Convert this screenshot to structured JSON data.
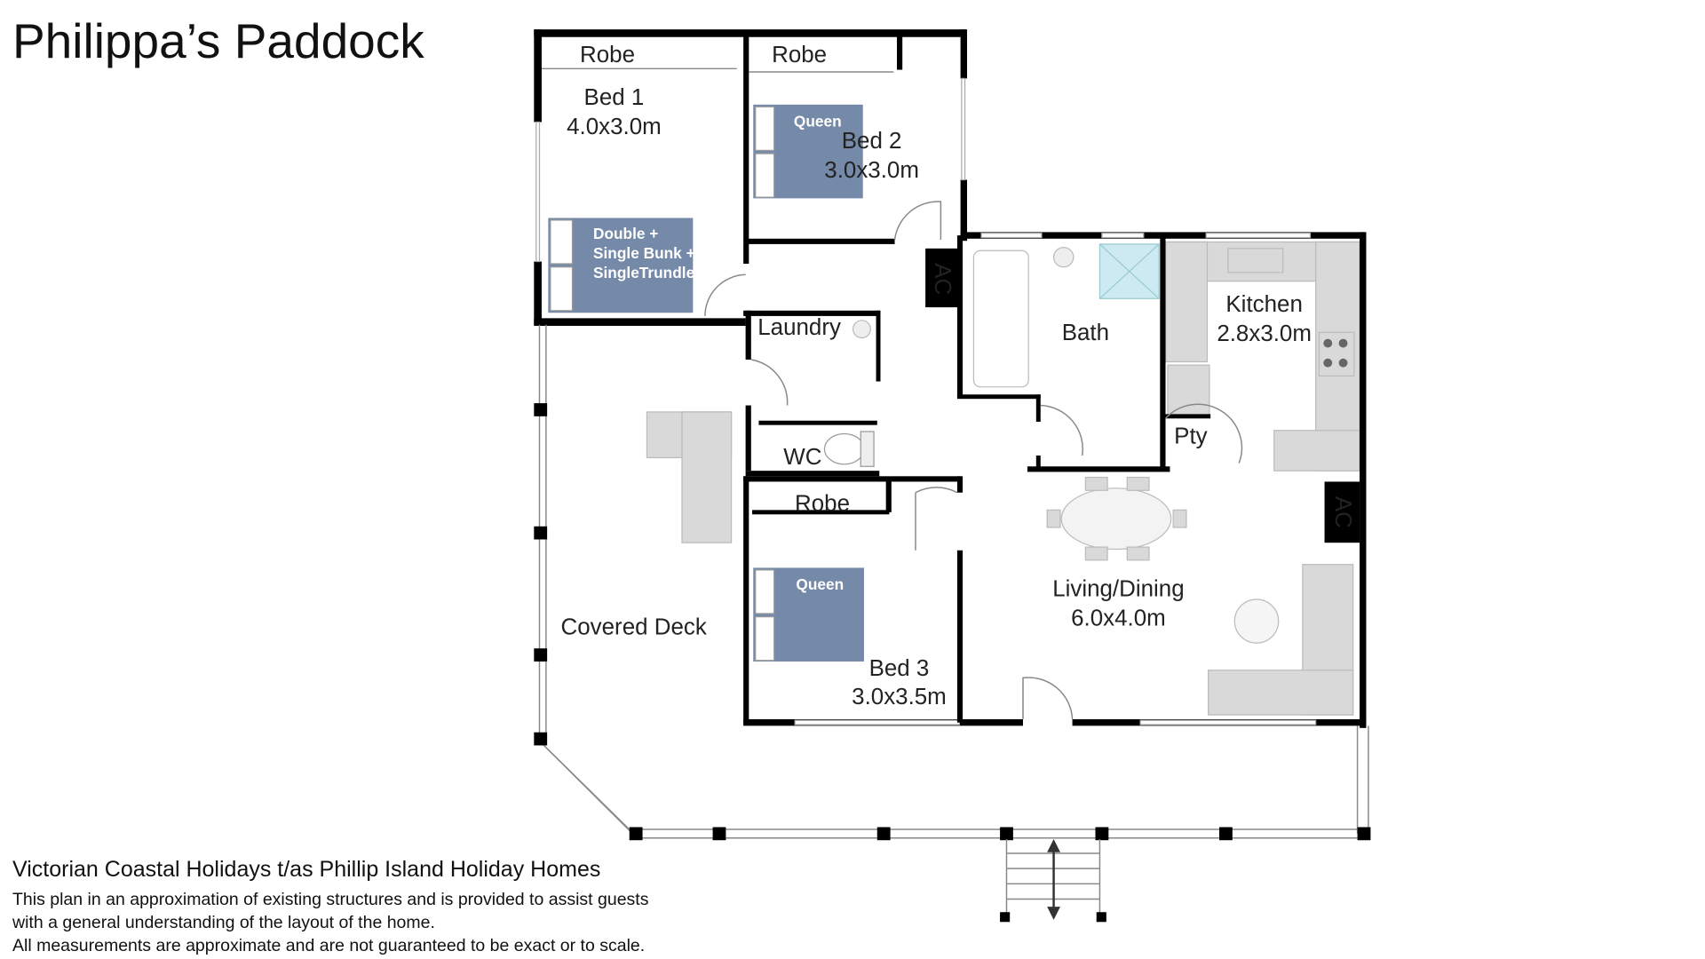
{
  "title": "Philippa’s Paddock",
  "rooms": {
    "bed1": {
      "name": "Bed 1",
      "size": "4.0x3.0m",
      "robe": "Robe",
      "bed_lines": [
        "Double +",
        "Single Bunk +",
        "SingleTrundle"
      ]
    },
    "bed2": {
      "name": "Bed 2",
      "size": "3.0x3.0m",
      "robe": "Robe",
      "bed": "Queen"
    },
    "bed3": {
      "name": "Bed 3",
      "size": "3.0x3.5m",
      "robe": "Robe",
      "bed": "Queen"
    },
    "bath": {
      "name": "Bath"
    },
    "kitchen": {
      "name": "Kitchen",
      "size": "2.8x3.0m"
    },
    "pantry": {
      "name": "Pty"
    },
    "laundry": {
      "name": "Laundry"
    },
    "wc": {
      "name": "WC"
    },
    "living": {
      "name": "Living/Dining",
      "size": "6.0x4.0m"
    },
    "deck": {
      "name": "Covered Deck"
    },
    "ac_label": "AC"
  },
  "footer": {
    "org": "Victorian Coastal Holidays t/as Phillip Island Holiday Homes",
    "notes": [
      "This plan in an approximation of existing structures and is provided to assist guests",
      "with a general understanding of the layout of the home.",
      "All measurements are approximate and are not guaranteed to be exact or to scale."
    ]
  }
}
